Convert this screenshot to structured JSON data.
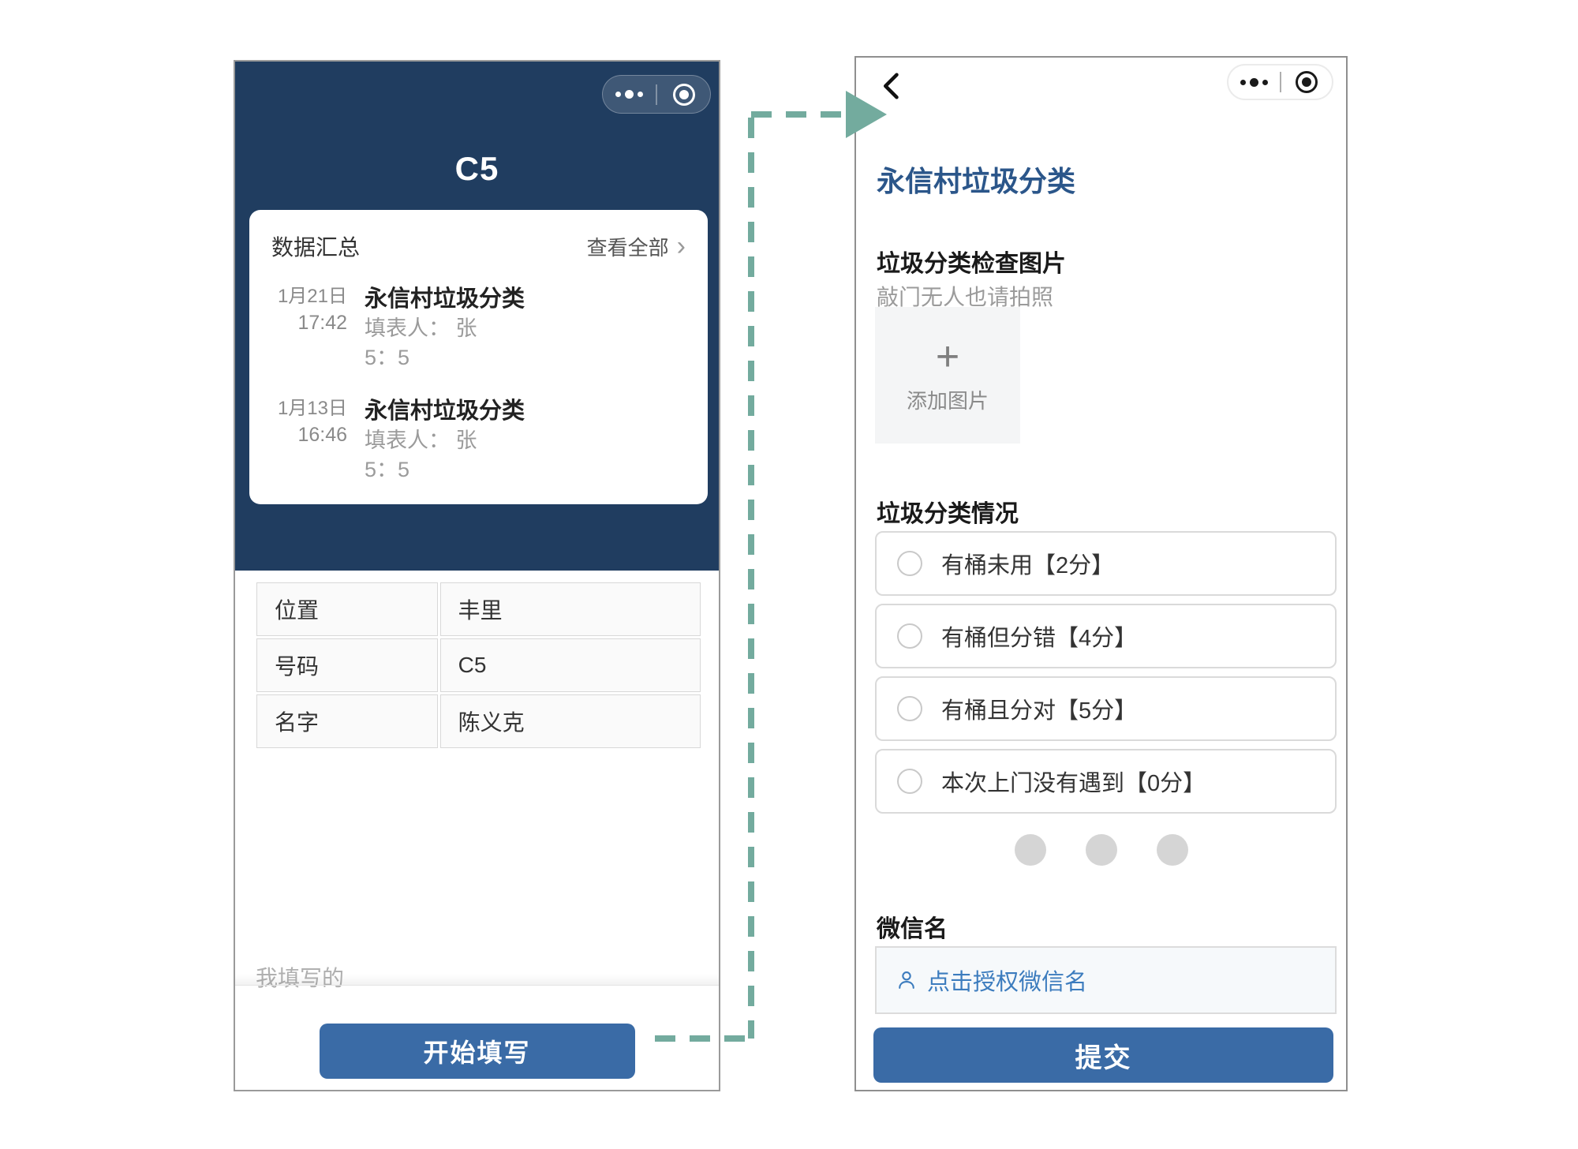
{
  "colors": {
    "header_blue": "#203d60",
    "button_blue": "#3a6ba6",
    "form_title_blue": "#2b568a",
    "auth_link_blue": "#3c7cbe",
    "connector_teal": "#73ab9e",
    "dots_gray": "#d5d5d5"
  },
  "icons": {
    "more": "more-dots",
    "capsule_target": "target-circle",
    "back": "chevron-left",
    "chevron_right": "›",
    "plus": "+"
  },
  "left_screen": {
    "title": "C5",
    "summary_card": {
      "title": "数据汇总",
      "view_all_label": "查看全部",
      "entries": [
        {
          "date": "1月21日",
          "time": "17:42",
          "title": "永信村垃圾分类",
          "author": "填表人： 张",
          "score": "5：5"
        },
        {
          "date": "1月13日",
          "time": "16:46",
          "title": "永信村垃圾分类",
          "author": "填表人： 张",
          "score": "5：5"
        }
      ]
    },
    "info_table": {
      "rows": [
        {
          "label": "位置",
          "value": "丰里"
        },
        {
          "label": "号码",
          "value": "C5"
        },
        {
          "label": "名字",
          "value": "陈义克"
        }
      ]
    },
    "my_filled_label": "我填写的",
    "start_button_label": "开始填写"
  },
  "right_screen": {
    "form_title": "永信村垃圾分类",
    "photo_section": {
      "title": "垃圾分类检查图片",
      "hint": "敲门无人也请拍照",
      "add_label": "添加图片"
    },
    "score_section": {
      "title": "垃圾分类情况",
      "options": [
        {
          "label": "有桶未用【2分】"
        },
        {
          "label": "有桶但分错【4分】"
        },
        {
          "label": "有桶且分对【5分】"
        },
        {
          "label": "本次上门没有遇到【0分】"
        }
      ]
    },
    "wechat_section": {
      "title": "微信名",
      "auth_label": "点击授权微信名"
    },
    "submit_button_label": "提交"
  }
}
